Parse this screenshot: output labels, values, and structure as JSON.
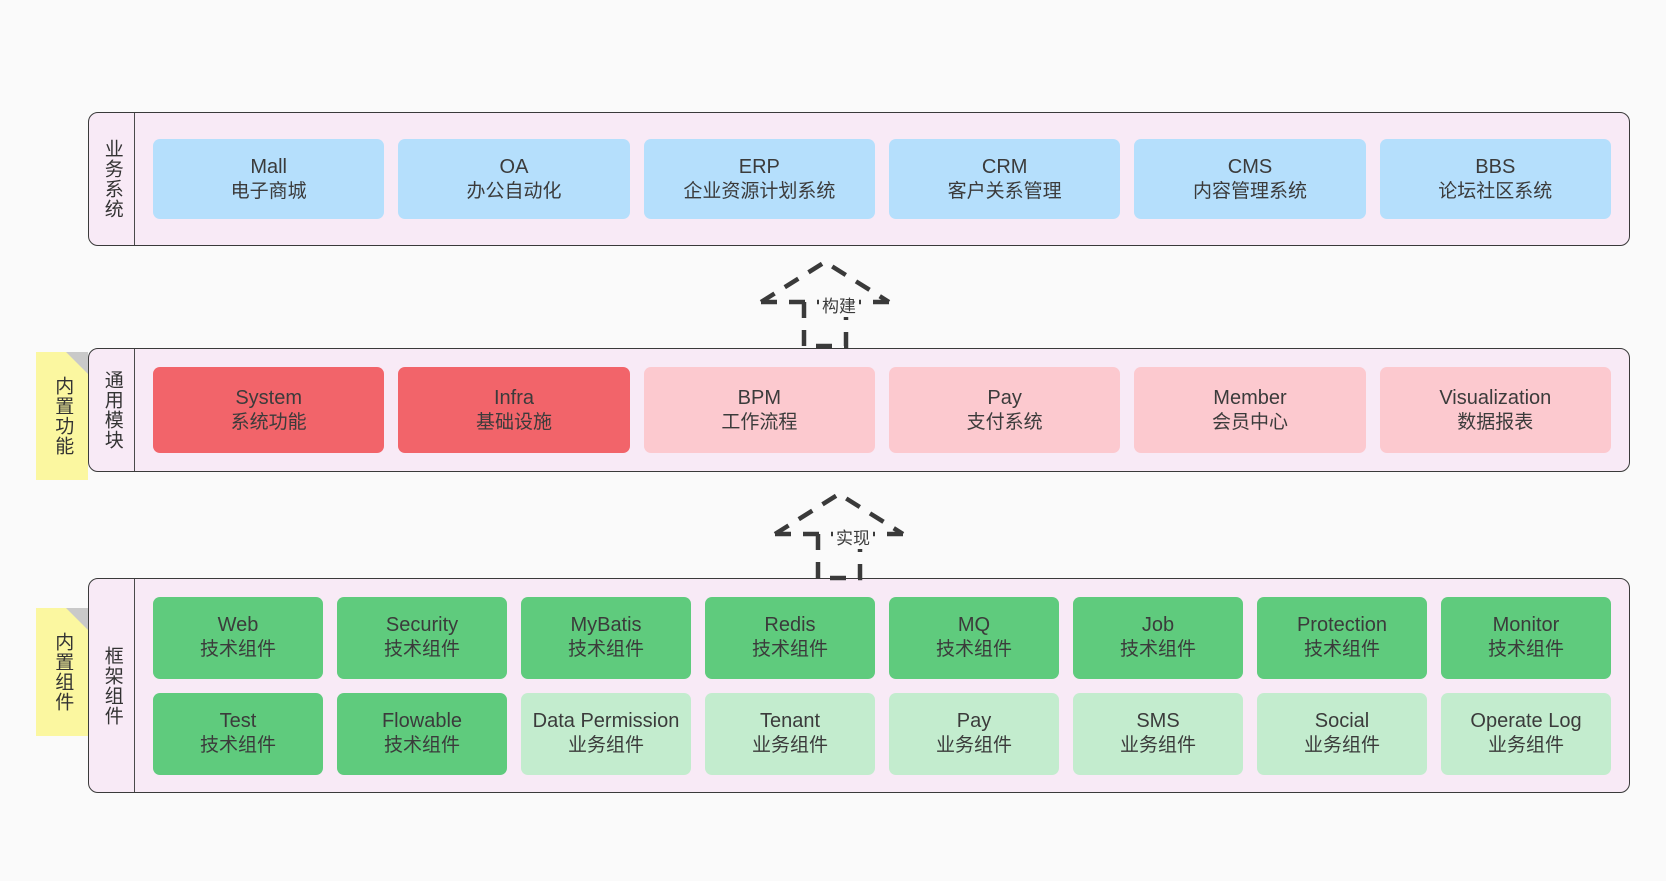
{
  "diagram": {
    "background": "#fafafa",
    "colors": {
      "container_fill": "#f8eaf6",
      "container_border": "#3a3a3a",
      "business_box": "#b5dffc",
      "module_highlight": "#f2646a",
      "module_box": "#fcc9cf",
      "tech_component": "#5fcb7d",
      "business_component": "#c3ecce",
      "tab_fill": "#fbf7a0",
      "tab_fold": "#c9c9c9"
    }
  },
  "layers": {
    "business": {
      "title": "业务系统",
      "items": [
        {
          "en": "Mall",
          "cn": "电子商城"
        },
        {
          "en": "OA",
          "cn": "办公自动化"
        },
        {
          "en": "ERP",
          "cn": "企业资源计划系统"
        },
        {
          "en": "CRM",
          "cn": "客户关系管理"
        },
        {
          "en": "CMS",
          "cn": "内容管理系统"
        },
        {
          "en": "BBS",
          "cn": "论坛社区系统"
        }
      ]
    },
    "modules": {
      "title": "通用模块",
      "tab": "内置功能",
      "items": [
        {
          "en": "System",
          "cn": "系统功能",
          "highlight": true
        },
        {
          "en": "Infra",
          "cn": "基础设施",
          "highlight": true
        },
        {
          "en": "BPM",
          "cn": "工作流程",
          "highlight": false
        },
        {
          "en": "Pay",
          "cn": "支付系统",
          "highlight": false
        },
        {
          "en": "Member",
          "cn": "会员中心",
          "highlight": false
        },
        {
          "en": "Visualization",
          "cn": "数据报表",
          "highlight": false
        }
      ]
    },
    "framework": {
      "title": "框架组件",
      "tab": "内置组件",
      "row1": [
        {
          "en": "Web",
          "cn": "技术组件"
        },
        {
          "en": "Security",
          "cn": "技术组件"
        },
        {
          "en": "MyBatis",
          "cn": "技术组件"
        },
        {
          "en": "Redis",
          "cn": "技术组件"
        },
        {
          "en": "MQ",
          "cn": "技术组件"
        },
        {
          "en": "Job",
          "cn": "技术组件"
        },
        {
          "en": "Protection",
          "cn": "技术组件"
        },
        {
          "en": "Monitor",
          "cn": "技术组件"
        }
      ],
      "row2": [
        {
          "en": "Test",
          "cn": "技术组件",
          "kind": "tech"
        },
        {
          "en": "Flowable",
          "cn": "技术组件",
          "kind": "tech"
        },
        {
          "en": "Data Permission",
          "cn": "业务组件",
          "kind": "biz"
        },
        {
          "en": "Tenant",
          "cn": "业务组件",
          "kind": "biz"
        },
        {
          "en": "Pay",
          "cn": "业务组件",
          "kind": "biz"
        },
        {
          "en": "SMS",
          "cn": "业务组件",
          "kind": "biz"
        },
        {
          "en": "Social",
          "cn": "业务组件",
          "kind": "biz"
        },
        {
          "en": "Operate Log",
          "cn": "业务组件",
          "kind": "biz"
        }
      ]
    }
  },
  "connectors": [
    {
      "label": "构建"
    },
    {
      "label": "实现"
    }
  ]
}
